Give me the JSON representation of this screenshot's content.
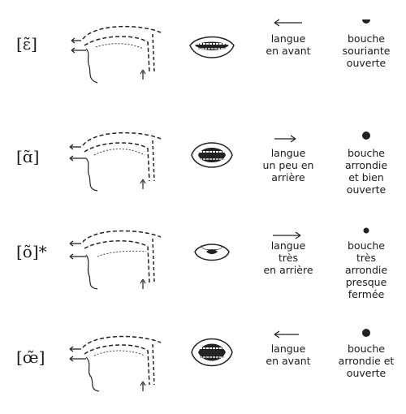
{
  "rows": [
    {
      "symbol": "[ɛ̃]",
      "tongue_lines": [
        "langue",
        "en avant"
      ],
      "lips_lines": [
        "bouche",
        "souriante",
        "ouverte"
      ],
      "tongue_direction": "left",
      "lip_shape": "half"
    },
    {
      "symbol": "[ɑ̃]",
      "tongue_lines": [
        "langue",
        "un peu en",
        "arrière"
      ],
      "lips_lines": [
        "bouche",
        "arrondie",
        "et bien",
        "ouverte"
      ],
      "tongue_direction": "right",
      "lip_shape": "full"
    },
    {
      "symbol": "[õ]*",
      "tongue_lines": [
        "langue",
        "très",
        "en arrière"
      ],
      "lips_lines": [
        "bouche",
        "très",
        "arrondie",
        "presque",
        "fermée"
      ],
      "tongue_direction": "right",
      "lip_shape": "small"
    },
    {
      "symbol": "[œ̃]",
      "tongue_lines": [
        "langue",
        "en avant"
      ],
      "lips_lines": [
        "bouche",
        "arrondie et",
        "ouverte"
      ],
      "tongue_direction": "left",
      "lip_shape": "full"
    }
  ]
}
